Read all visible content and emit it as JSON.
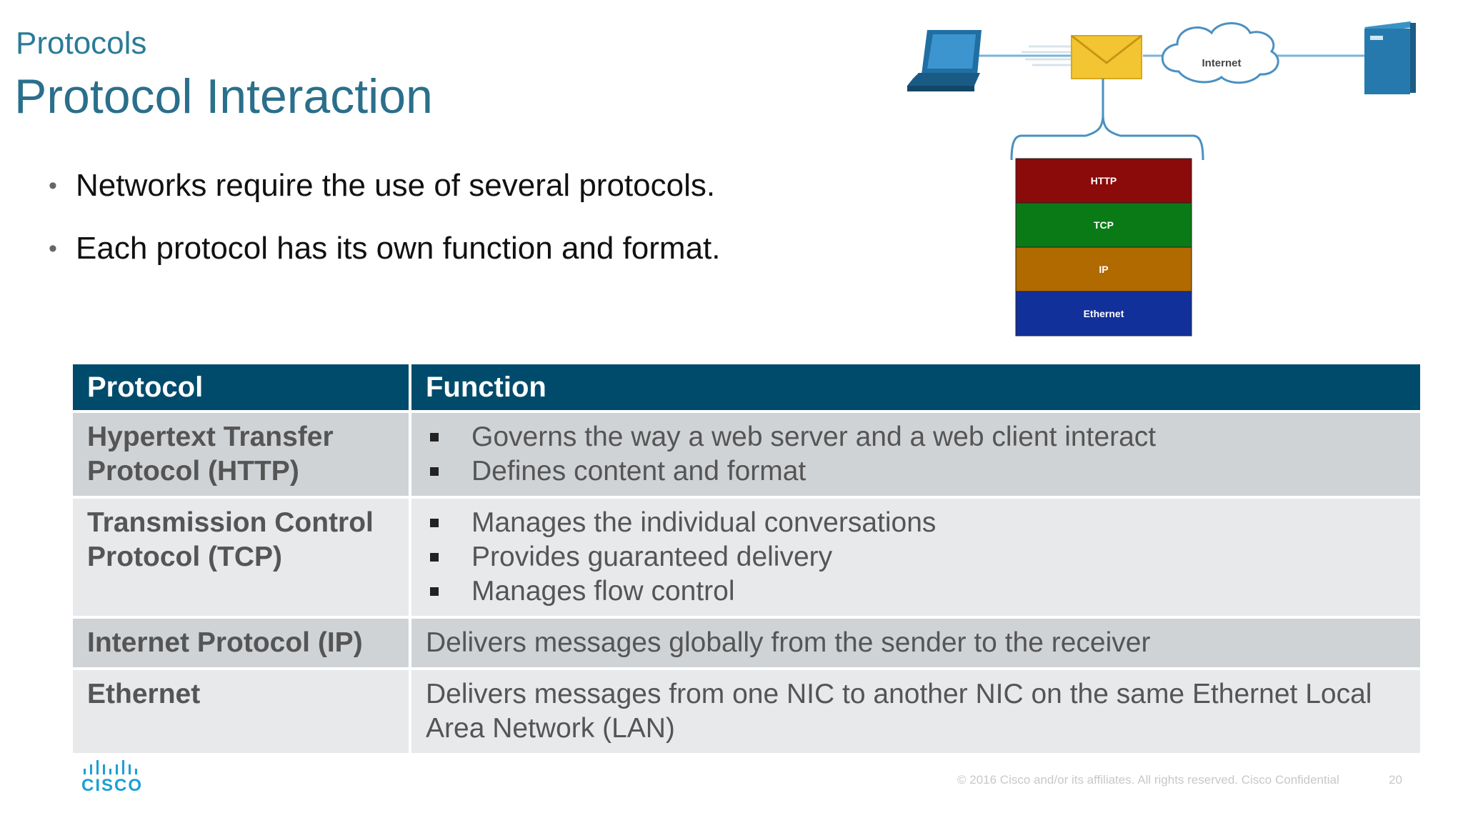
{
  "slide": {
    "section": "Protocols",
    "title": "Protocol Interaction",
    "bullets": [
      "Networks require the use of several protocols.",
      "Each protocol has its own function and format."
    ]
  },
  "diagram": {
    "cloud_label": "Internet",
    "stack": [
      {
        "label": "HTTP",
        "color": "#8b0a0a"
      },
      {
        "label": "TCP",
        "color": "#0a7a16"
      },
      {
        "label": "IP",
        "color": "#b06a00"
      },
      {
        "label": "Ethernet",
        "color": "#12309a"
      }
    ]
  },
  "table": {
    "headers": [
      "Protocol",
      "Function"
    ],
    "rows": [
      {
        "protocol": "Hypertext Transfer Protocol (HTTP)",
        "functions": [
          "Governs the way a web server and a web client interact",
          "Defines content and format"
        ]
      },
      {
        "protocol": "Transmission Control Protocol (TCP)",
        "functions": [
          "Manages the individual conversations",
          "Provides guaranteed delivery",
          "Manages flow control"
        ]
      },
      {
        "protocol": "Internet Protocol (IP)",
        "function": "Delivers messages globally from the sender to the receiver"
      },
      {
        "protocol": "Ethernet",
        "function": "Delivers messages from one NIC to another NIC on the same Ethernet Local Area Network (LAN)"
      }
    ]
  },
  "footer": {
    "logo_text": "CISCO",
    "copyright": "© 2016  Cisco and/or its affiliates. All rights reserved.   Cisco Confidential",
    "page": "20"
  },
  "colors": {
    "header_bg": "#004b6b",
    "title": "#2a6f8b",
    "logo": "#1b9fd6"
  }
}
